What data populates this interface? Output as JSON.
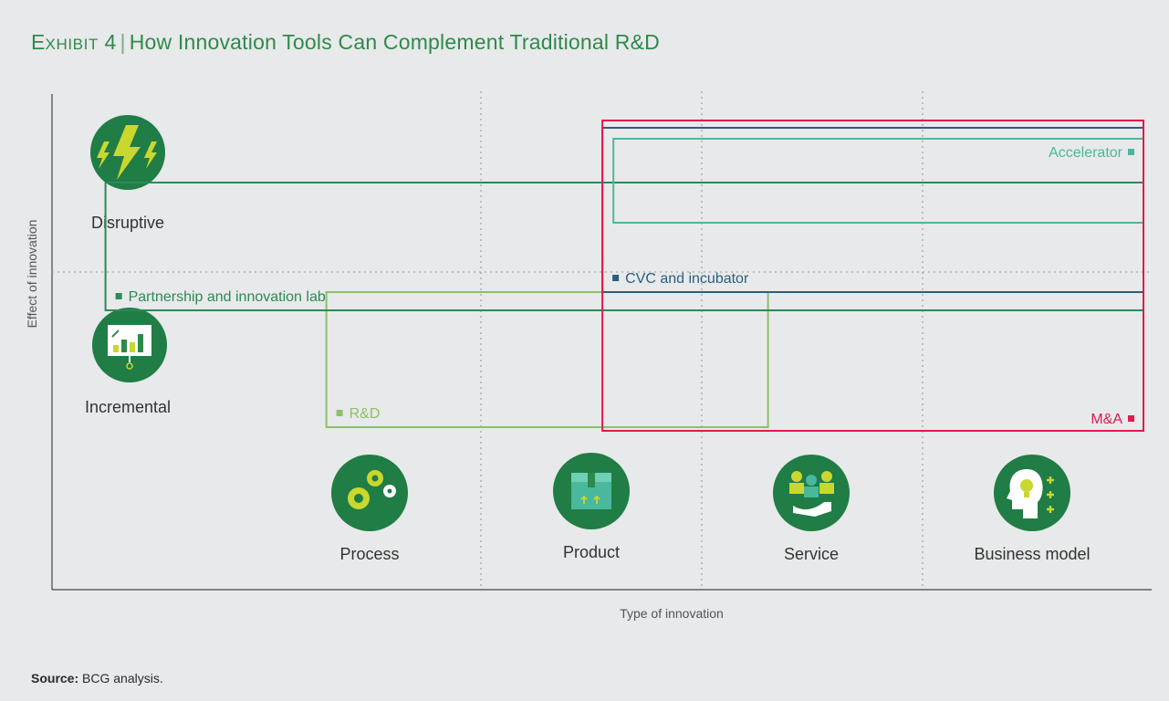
{
  "header": {
    "exhibit_number": "Exhibit 4",
    "title": "How Innovation Tools Can Complement Traditional R&D"
  },
  "source": {
    "label": "Source:",
    "text": "BCG analysis."
  },
  "colors": {
    "title": "#2e8a4c",
    "icon_circle": "#1f7d45",
    "icon_accent": "#c9d72f",
    "grid": "#a8a8a8",
    "axis": "#444444"
  },
  "chart_data": {
    "type": "matrix",
    "xlabel": "Type of innovation",
    "ylabel": "Effect of innovation",
    "x_categories": [
      "Process",
      "Product",
      "Service",
      "Business model"
    ],
    "x_icons": [
      "gears-icon",
      "box-icon",
      "service-handshake-icon",
      "idea-head-icon"
    ],
    "y_categories": [
      "Incremental",
      "Disruptive"
    ],
    "y_icons": [
      "growth-chart-icon",
      "lightning-icon"
    ],
    "tools": [
      {
        "name": "R&D",
        "color": "#8cc06a",
        "x_span": [
          0.3,
          2.3
        ],
        "y_span": [
          0.08,
          0.45
        ],
        "label_pos": "bottom-left"
      },
      {
        "name": "Partnership and innovation lab",
        "color": "#2b8a55",
        "x_span": [
          -0.7,
          4.0
        ],
        "y_span": [
          0.4,
          0.75
        ],
        "label_pos": "bottom-left"
      },
      {
        "name": "CVC and incubator",
        "color": "#2a5f7f",
        "x_span": [
          1.55,
          4.0
        ],
        "y_span": [
          0.45,
          0.9
        ],
        "label_pos": "bottom-left"
      },
      {
        "name": "Accelerator",
        "color": "#4ab89c",
        "x_span": [
          1.6,
          4.0
        ],
        "y_span": [
          0.64,
          0.87
        ],
        "label_pos": "top-right"
      },
      {
        "name": "M&A",
        "color": "#e0194f",
        "x_span": [
          1.55,
          4.0
        ],
        "y_span": [
          0.07,
          0.92
        ],
        "label_pos": "bottom-right"
      }
    ]
  }
}
